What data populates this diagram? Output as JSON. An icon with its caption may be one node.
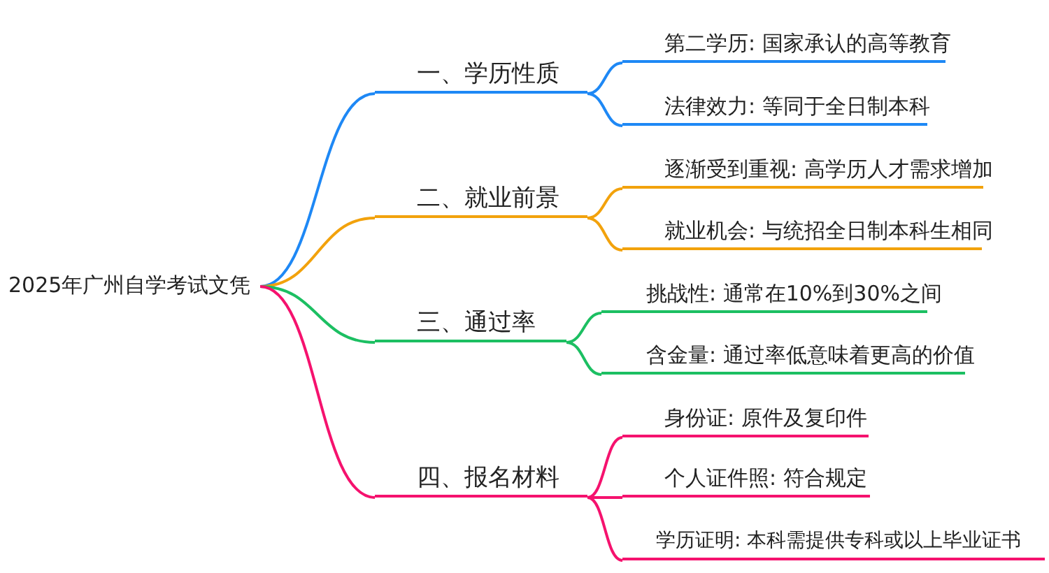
{
  "diagram": {
    "nodes": [
      {
        "text": [
          "2025年广州自学考试文凭"
        ]
      },
      {
        "text": [
          "一、学历性质"
        ]
      },
      {
        "text": [
          "第二学历: 国家承认的高等教育"
        ]
      },
      {
        "text": [
          "法律效力: 等同于全日制本科"
        ]
      },
      {
        "text": [
          "二、就业前景"
        ]
      },
      {
        "text": [
          "逐渐受到重视: 高学历人才需求增加"
        ]
      },
      {
        "text": [
          "就业机会: 与统招全日制本科生相同"
        ]
      },
      {
        "text": [
          "三、通过率"
        ]
      },
      {
        "text": [
          "挑战性: 通常在10%到30%之间"
        ]
      },
      {
        "text": [
          "含金量: 通过率低意味着更高的价值"
        ]
      },
      {
        "text": [
          "四、报名材料"
        ]
      },
      {
        "text": [
          "身份证: 原件及复印件"
        ]
      },
      {
        "text": [
          "个人证件照: 符合规定"
        ]
      },
      {
        "text": [
          "学历证明: 本科需提供专科或以上毕业证书"
        ]
      }
    ],
    "edges": [
      {
        "from": 0,
        "to": 1,
        "arrow": "none",
        "color": "#1e88f5"
      },
      {
        "from": 1,
        "to": 2,
        "arrow": "none",
        "color": "#1e88f5"
      },
      {
        "from": 1,
        "to": 3,
        "arrow": "none",
        "color": "#1e88f5"
      },
      {
        "from": 0,
        "to": 4,
        "arrow": "none",
        "color": "#f2a20c"
      },
      {
        "from": 4,
        "to": 5,
        "arrow": "none",
        "color": "#f2a20c"
      },
      {
        "from": 4,
        "to": 6,
        "arrow": "none",
        "color": "#f2a20c"
      },
      {
        "from": 0,
        "to": 7,
        "arrow": "none",
        "color": "#1cbf62"
      },
      {
        "from": 7,
        "to": 8,
        "arrow": "none",
        "color": "#1cbf62"
      },
      {
        "from": 7,
        "to": 9,
        "arrow": "none",
        "color": "#1cbf62"
      },
      {
        "from": 0,
        "to": 10,
        "arrow": "none",
        "color": "#f5126e"
      },
      {
        "from": 10,
        "to": 11,
        "arrow": "none",
        "color": "#f5126e"
      },
      {
        "from": 10,
        "to": 12,
        "arrow": "none",
        "color": "#f5126e"
      },
      {
        "from": 10,
        "to": 13,
        "arrow": "none",
        "color": "#f5126e"
      }
    ]
  }
}
